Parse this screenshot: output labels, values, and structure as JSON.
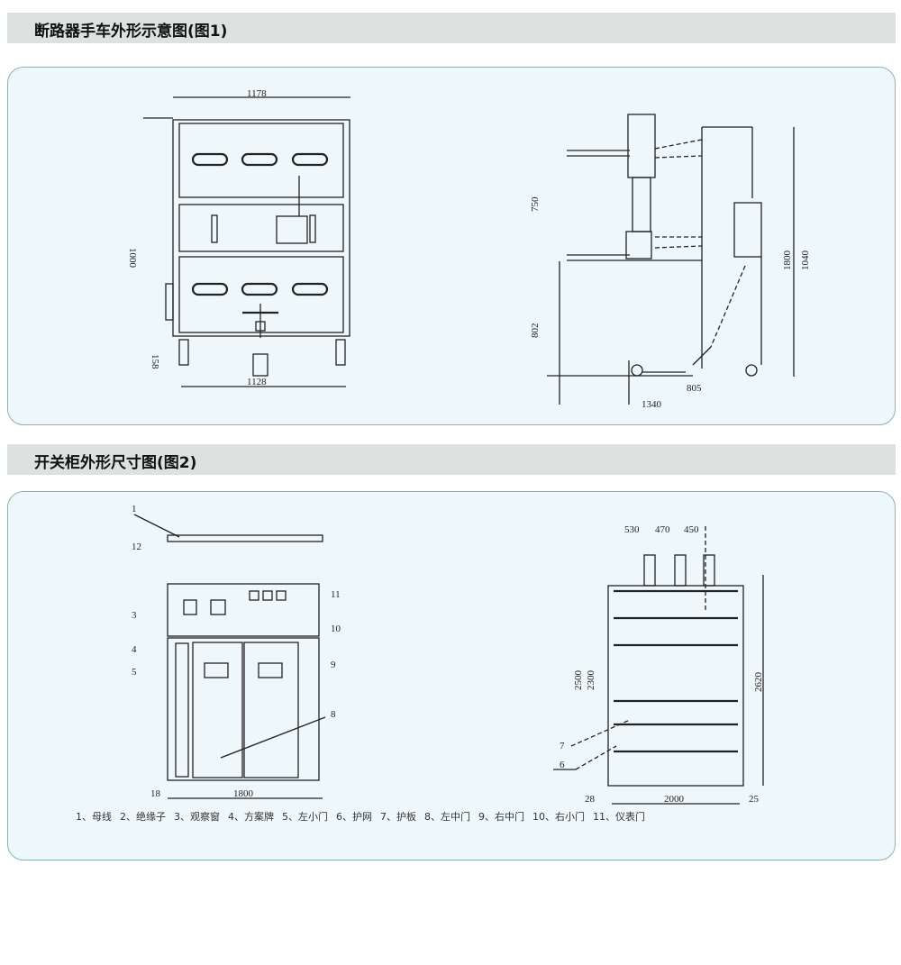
{
  "section1": {
    "title": "断路器手车外形示意图(图1)",
    "front": {
      "dim_width_top": "1178",
      "dim_height": "1000",
      "dim_bottom_offset": "158",
      "dim_width_bottom": "1128"
    },
    "side": {
      "dim_upper": "750",
      "dim_lower": "802",
      "dim_height_inner": "1800",
      "dim_height_outer": "1040",
      "dim_depth": "1340",
      "dim_handle": "805"
    }
  },
  "section2": {
    "title": "开关柜外形尺寸图(图2)",
    "front": {
      "callouts": [
        "1",
        "12",
        "3",
        "4",
        "5",
        "11",
        "10",
        "9",
        "8"
      ],
      "dim_width": "1800",
      "dim_left": "18"
    },
    "side": {
      "dim_top": [
        "530",
        "470",
        "450"
      ],
      "dim_height_a": "2500",
      "dim_height_b": "2300",
      "dim_height_total": "2620",
      "dim_left": "28",
      "dim_width": "2000",
      "dim_right": "25",
      "callouts": [
        "7",
        "6"
      ]
    },
    "legend": [
      "1、母线",
      "2、绝缘子",
      "3、观察窗",
      "4、方案牌",
      "5、左小门",
      "6、护网",
      "7、护板",
      "8、左中门",
      "9、右中门",
      "10、右小门",
      "11、仪表门"
    ]
  }
}
